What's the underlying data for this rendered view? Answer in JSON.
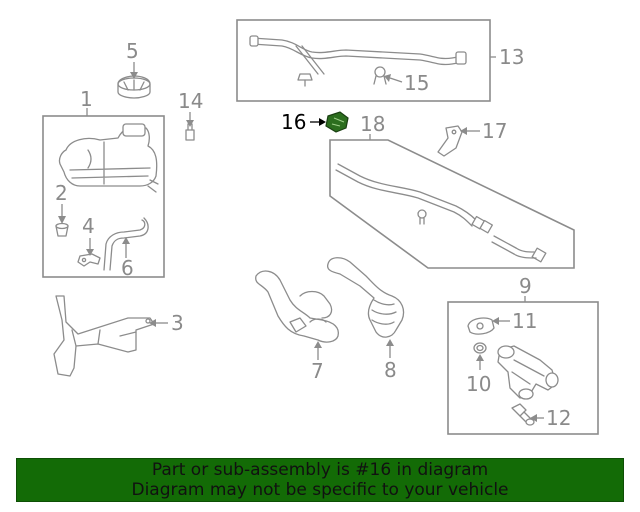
{
  "diagram": {
    "highlighted_part": "16",
    "highlight_color": "#2c6e1e",
    "line_color": "#8c8c8c",
    "callouts": {
      "p1": "1",
      "p2": "2",
      "p3": "3",
      "p4": "4",
      "p5": "5",
      "p6": "6",
      "p7": "7",
      "p8": "8",
      "p9": "9",
      "p10": "10",
      "p11": "11",
      "p12": "12",
      "p13": "13",
      "p14": "14",
      "p15": "15",
      "p16": "16",
      "p17": "17",
      "p18": "18"
    }
  },
  "banner": {
    "line1": "Part or sub-assembly is #16 in diagram",
    "line2": "Diagram may not be specific to your vehicle",
    "background": "#136b06"
  }
}
